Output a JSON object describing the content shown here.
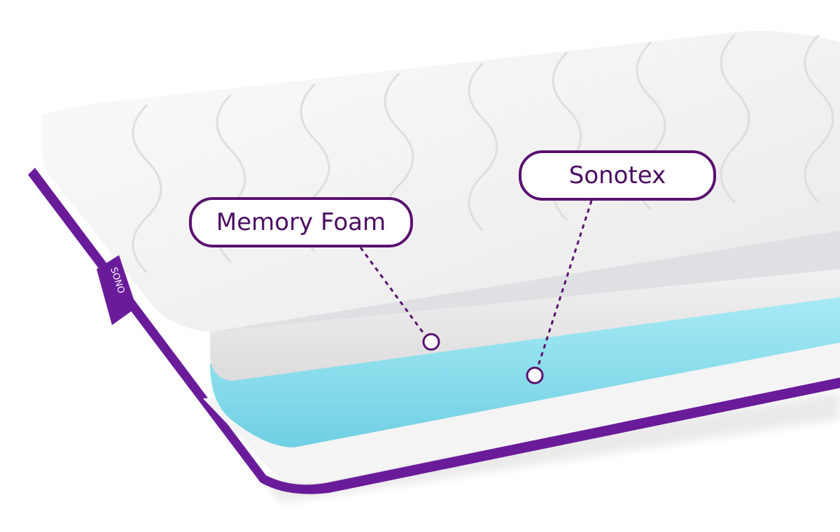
{
  "product": {
    "brand_tag": "SONO"
  },
  "callouts": {
    "memory_foam": "Memory Foam",
    "sonotex": "Sonotex"
  },
  "colors": {
    "accent_purple": "#5a1170",
    "piping_purple": "#6a1b9a",
    "foam_blue": "#8ee0ef",
    "memory_foam_gray": "#e6e6e6",
    "cover_white": "#f7f7f7"
  }
}
